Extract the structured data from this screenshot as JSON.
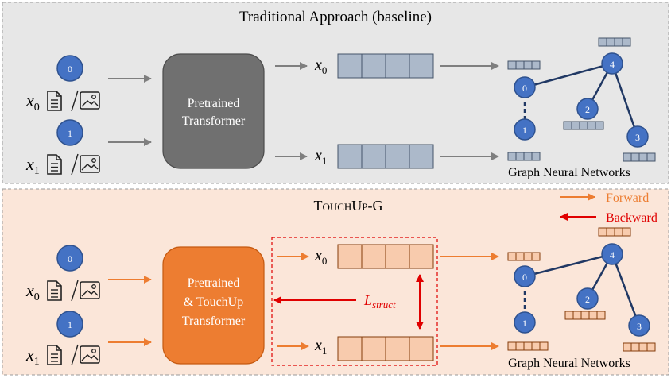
{
  "colors": {
    "top_bg": "#e7e7e7",
    "bottom_bg": "#fbe6d9",
    "node_fill": "#4472c4",
    "node_stroke": "#2f528f",
    "edge": "#203864",
    "emb_gray": "#acb9ca",
    "emb_orange": "#f8cbad",
    "transformer_gray": "#707070",
    "transformer_orange": "#ed7d31",
    "arrow_gray": "#7f7f7f",
    "arrow_orange": "#ed7d31",
    "arrow_red": "#e00000"
  },
  "top": {
    "title": "Traditional Approach (baseline)",
    "transformer_line1": "Pretrained",
    "transformer_line2": "Transformer",
    "gnn_label": "Graph Neural Networks",
    "node0": "0",
    "node1": "1",
    "x0_prefix": "x",
    "x0_sub": "0",
    "x1_prefix": "x",
    "x1_sub": "1",
    "graph_nodes": [
      "0",
      "1",
      "2",
      "3",
      "4"
    ]
  },
  "bottom": {
    "title": "TouchUp-G",
    "transformer_line1": "Pretrained",
    "transformer_line2": "& TouchUp",
    "transformer_line3": "Transformer",
    "loss_prefix": "L",
    "loss_sub": "struct",
    "gnn_label": "Graph Neural Networks",
    "node0": "0",
    "node1": "1",
    "x0_prefix": "x",
    "x0_sub": "0",
    "x1_prefix": "x",
    "x1_sub": "1",
    "graph_nodes": [
      "0",
      "1",
      "2",
      "3",
      "4"
    ]
  },
  "legend": {
    "forward": "Forward",
    "backward": "Backward"
  },
  "icons": [
    "document-icon",
    "image-icon"
  ]
}
